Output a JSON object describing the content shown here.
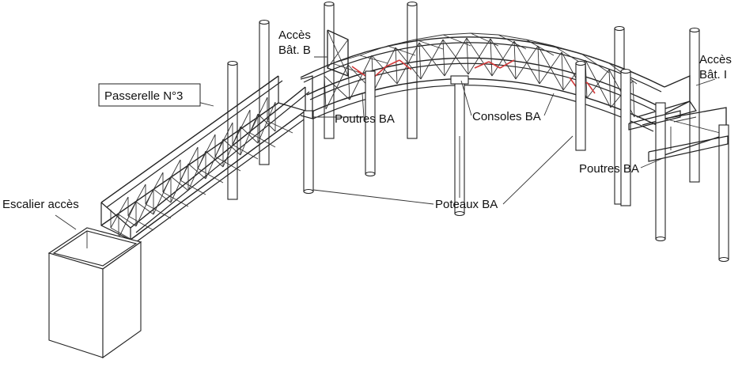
{
  "labels": {
    "passerelle": "Passerelle N°3",
    "acces_b_line1": "Accès",
    "acces_b_line2": "Bât. B",
    "acces_i_line1": "Accès",
    "acces_i_line2": "Bât. I",
    "poutres_ba_left": "Poutres BA",
    "consoles_ba": "Consoles BA",
    "poutres_ba_right": "Poutres BA",
    "poteaux_ba": "Poteaux BA",
    "escalier": "Escalier accès"
  },
  "colors": {
    "line": "#222222",
    "highlight": "#d23a3a",
    "background": "#ffffff"
  }
}
